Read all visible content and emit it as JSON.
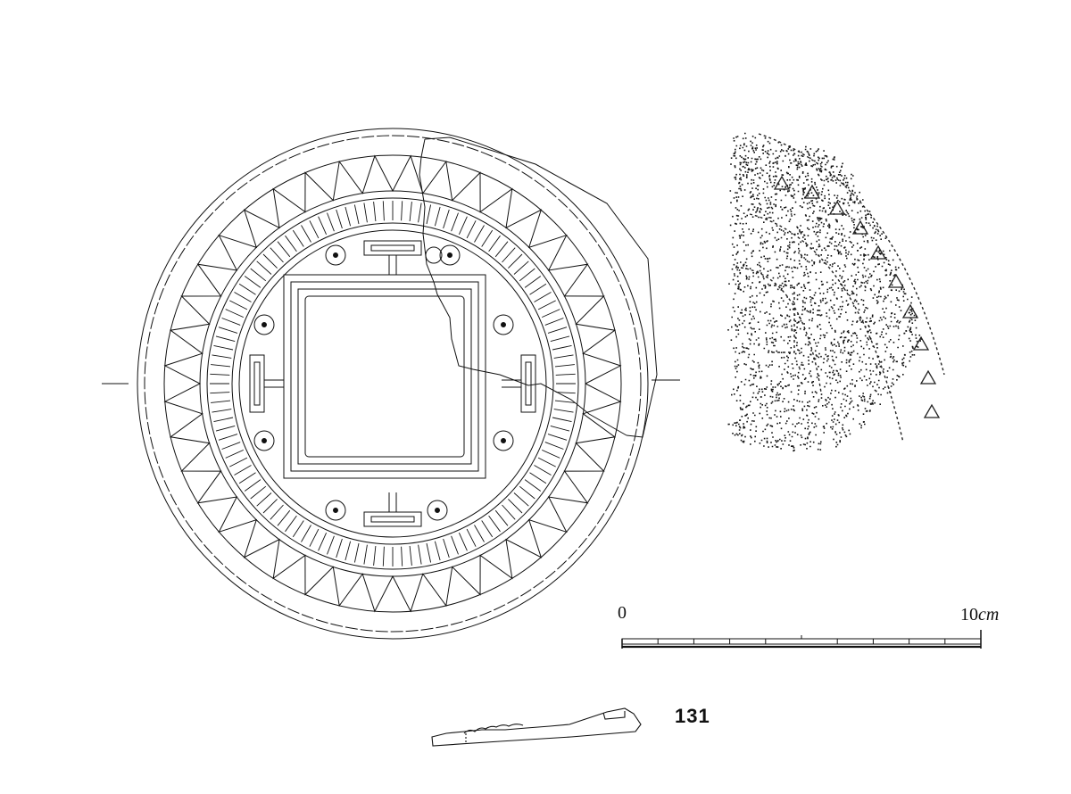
{
  "scale_bar": {
    "zero_label": "0",
    "max_value": "10",
    "unit": "cm"
  },
  "figure_number": "131",
  "colors": {
    "ink": "#111111",
    "paper": "#ffffff"
  }
}
